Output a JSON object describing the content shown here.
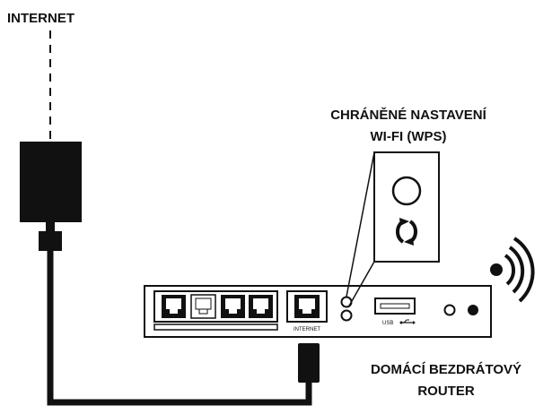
{
  "labels": {
    "internet_top": "INTERNET",
    "wps_line1": "CHRÁNĚNÉ NASTAVENÍ",
    "wps_line2": "WI-FI (WPS)",
    "router_line1": "DOMÁCÍ BEZDRÁTOVÝ",
    "router_line2": "ROUTER",
    "port_internet": "INTERNET",
    "port_usb": "USB"
  },
  "icons": {
    "wifi": "wifi-signal-icon",
    "wps": "wps-refresh-icon",
    "usb": "usb-symbol-icon"
  },
  "colors": {
    "ink": "#111111",
    "background": "#ffffff"
  }
}
